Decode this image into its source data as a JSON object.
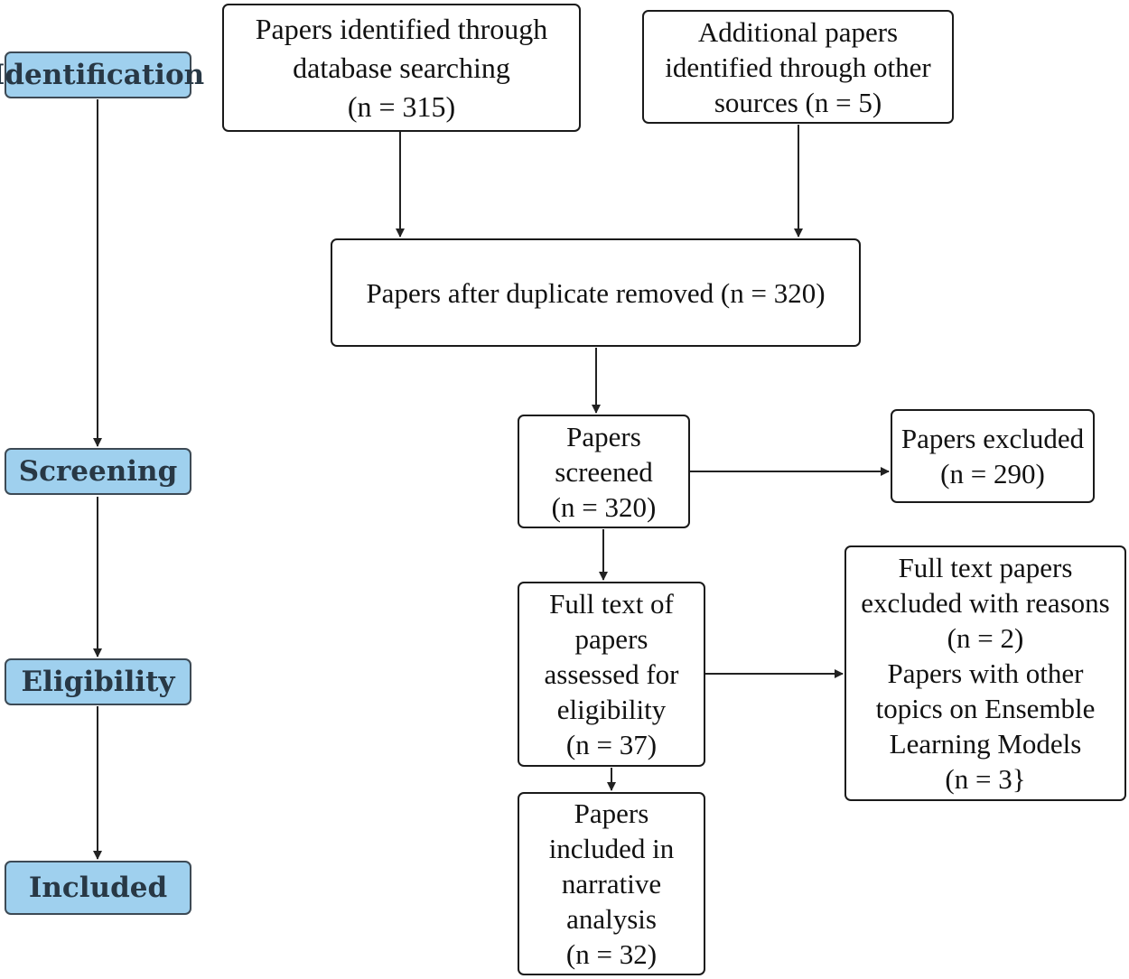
{
  "stages": {
    "identification": "Identification",
    "screening": "Screening",
    "eligibility": "Eligibility",
    "included": "Included"
  },
  "boxes": {
    "database": [
      "Papers identified through",
      "database searching",
      "(n = 315)"
    ],
    "other_sources": [
      "Additional papers",
      "identified through other",
      "sources (n = 5)"
    ],
    "duplicates_removed": [
      "Papers after duplicate removed  (n = 320)"
    ],
    "screened": [
      "Papers",
      "screened",
      "(n = 320)"
    ],
    "excluded": [
      "Papers excluded",
      "(n = 290)"
    ],
    "full_text": [
      "Full text of",
      "papers",
      "assessed for",
      "eligibility",
      "(n = 37)"
    ],
    "full_text_excluded": [
      "Full text papers",
      "excluded with reasons",
      "(n = 2)",
      "Papers with other",
      "topics on Ensemble",
      "Learning Models",
      "(n = 3}"
    ],
    "included": [
      "Papers",
      "included in",
      "narrative",
      "analysis",
      "(n = 32)"
    ]
  },
  "colors": {
    "stage_fill": "#9fd0ee",
    "stage_text": "#283845",
    "arrow": "#222222"
  }
}
